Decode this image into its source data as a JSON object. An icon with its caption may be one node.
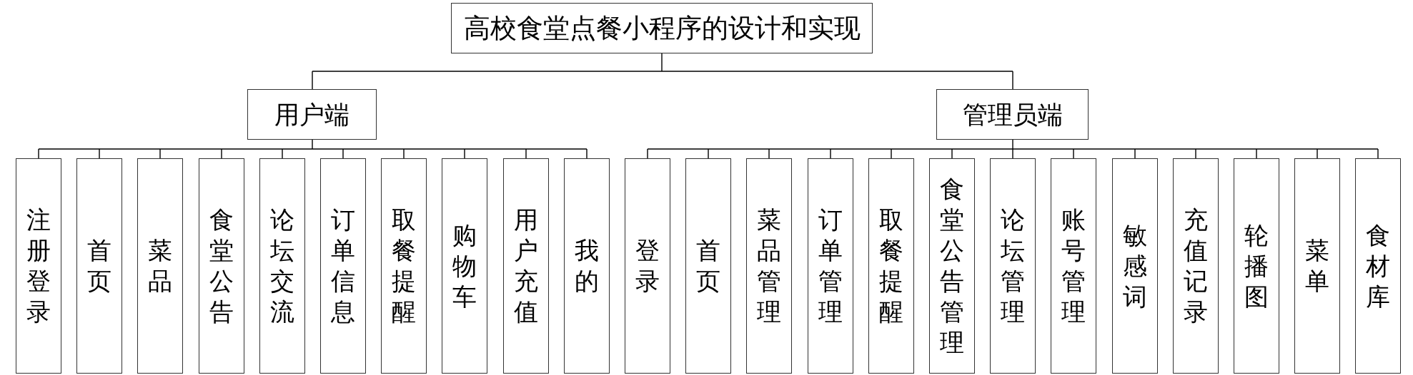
{
  "diagram": {
    "nodes": [
      {
        "text": [
          "高校食堂点餐小程序的设计和实现"
        ]
      },
      {
        "text": [
          "用户端"
        ]
      },
      {
        "text": [
          "管理员端"
        ]
      },
      {
        "text": [
          "注册登录"
        ]
      },
      {
        "text": [
          "首页"
        ]
      },
      {
        "text": [
          "菜品"
        ]
      },
      {
        "text": [
          "食堂公告"
        ]
      },
      {
        "text": [
          "论坛交流"
        ]
      },
      {
        "text": [
          "订单信息"
        ]
      },
      {
        "text": [
          "取餐提醒"
        ]
      },
      {
        "text": [
          "购物车"
        ]
      },
      {
        "text": [
          "用户充值"
        ]
      },
      {
        "text": [
          "我的"
        ]
      },
      {
        "text": [
          "登录"
        ]
      },
      {
        "text": [
          "首页"
        ]
      },
      {
        "text": [
          "菜品管理"
        ]
      },
      {
        "text": [
          "订单管理"
        ]
      },
      {
        "text": [
          "取餐提醒"
        ]
      },
      {
        "text": [
          "食堂公告管理"
        ]
      },
      {
        "text": [
          "论坛管理"
        ]
      },
      {
        "text": [
          "账号管理"
        ]
      },
      {
        "text": [
          "敏感词"
        ]
      },
      {
        "text": [
          "充值记录"
        ]
      },
      {
        "text": [
          "轮播图"
        ]
      },
      {
        "text": [
          "菜单"
        ]
      },
      {
        "text": [
          "食材库"
        ]
      }
    ],
    "edges": [
      {
        "from": 0,
        "to": 1,
        "arrow": "none"
      },
      {
        "from": 0,
        "to": 2,
        "arrow": "none"
      },
      {
        "from": 1,
        "to": 3,
        "arrow": "none"
      },
      {
        "from": 1,
        "to": 4,
        "arrow": "none"
      },
      {
        "from": 1,
        "to": 5,
        "arrow": "none"
      },
      {
        "from": 1,
        "to": 6,
        "arrow": "none"
      },
      {
        "from": 1,
        "to": 7,
        "arrow": "none"
      },
      {
        "from": 1,
        "to": 8,
        "arrow": "none"
      },
      {
        "from": 1,
        "to": 9,
        "arrow": "none"
      },
      {
        "from": 1,
        "to": 10,
        "arrow": "none"
      },
      {
        "from": 1,
        "to": 11,
        "arrow": "none"
      },
      {
        "from": 1,
        "to": 12,
        "arrow": "none"
      },
      {
        "from": 2,
        "to": 13,
        "arrow": "none"
      },
      {
        "from": 2,
        "to": 14,
        "arrow": "none"
      },
      {
        "from": 2,
        "to": 15,
        "arrow": "none"
      },
      {
        "from": 2,
        "to": 16,
        "arrow": "none"
      },
      {
        "from": 2,
        "to": 17,
        "arrow": "none"
      },
      {
        "from": 2,
        "to": 18,
        "arrow": "none"
      },
      {
        "from": 2,
        "to": 19,
        "arrow": "none"
      },
      {
        "from": 2,
        "to": 20,
        "arrow": "none"
      },
      {
        "from": 2,
        "to": 21,
        "arrow": "none"
      },
      {
        "from": 2,
        "to": 22,
        "arrow": "none"
      },
      {
        "from": 2,
        "to": 23,
        "arrow": "none"
      },
      {
        "from": 2,
        "to": 24,
        "arrow": "none"
      },
      {
        "from": 2,
        "to": 25,
        "arrow": "none"
      }
    ]
  }
}
